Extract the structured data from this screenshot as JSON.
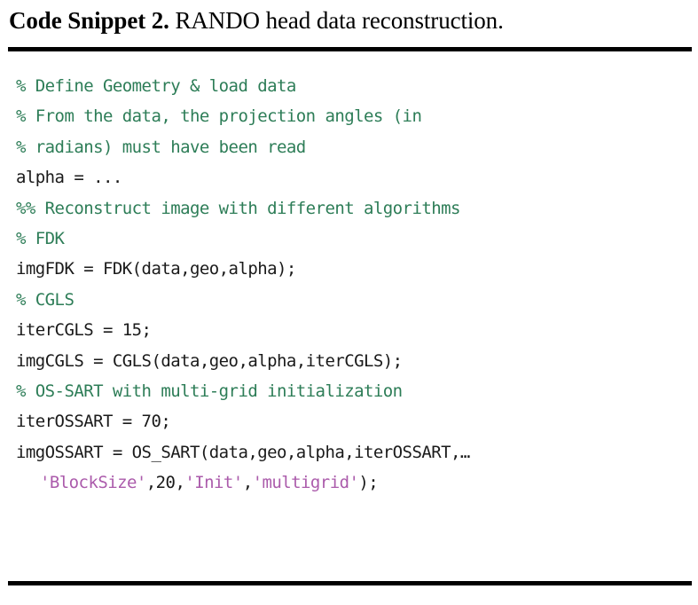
{
  "caption": {
    "label": "Code Snippet 2.",
    "text": " RANDO head data reconstruction."
  },
  "colors": {
    "comment": "#2d7d57",
    "string": "#ab5bab",
    "code": "#1a1a1a",
    "rule": "#000000",
    "background": "#ffffff"
  },
  "code": {
    "language": "matlab",
    "lines": [
      {
        "kind": "comment",
        "text": "% Define Geometry & load data"
      },
      {
        "kind": "comment",
        "text": "% From the data, the projection angles (in"
      },
      {
        "kind": "comment",
        "text": "% radians) must have been read"
      },
      {
        "kind": "code",
        "text": "alpha = ..."
      },
      {
        "kind": "comment",
        "text": "%% Reconstruct image with different algorithms"
      },
      {
        "kind": "comment",
        "text": "% FDK"
      },
      {
        "kind": "code",
        "text": "imgFDK = FDK(data,geo,alpha);"
      },
      {
        "kind": "comment",
        "text": "% CGLS"
      },
      {
        "kind": "code",
        "text": "iterCGLS = 15;"
      },
      {
        "kind": "code",
        "text": "imgCGLS = CGLS(data,geo,alpha,iterCGLS);"
      },
      {
        "kind": "comment",
        "text": "% OS-SART with multi-grid initialization"
      },
      {
        "kind": "code",
        "text": "iterOSSART = 70;"
      },
      {
        "kind": "code",
        "text": "imgOSSART = OS_SART(data,geo,alpha,iterOSSART,…"
      },
      {
        "kind": "mixed",
        "indent": true,
        "text": "'BlockSize',20,'Init','multigrid');",
        "segments": [
          {
            "style": "string",
            "text": "'BlockSize'"
          },
          {
            "style": "plain",
            "text": ",20,"
          },
          {
            "style": "string",
            "text": "'Init'"
          },
          {
            "style": "plain",
            "text": ","
          },
          {
            "style": "string",
            "text": "'multigrid'"
          },
          {
            "style": "plain",
            "text": ");"
          }
        ]
      }
    ]
  }
}
